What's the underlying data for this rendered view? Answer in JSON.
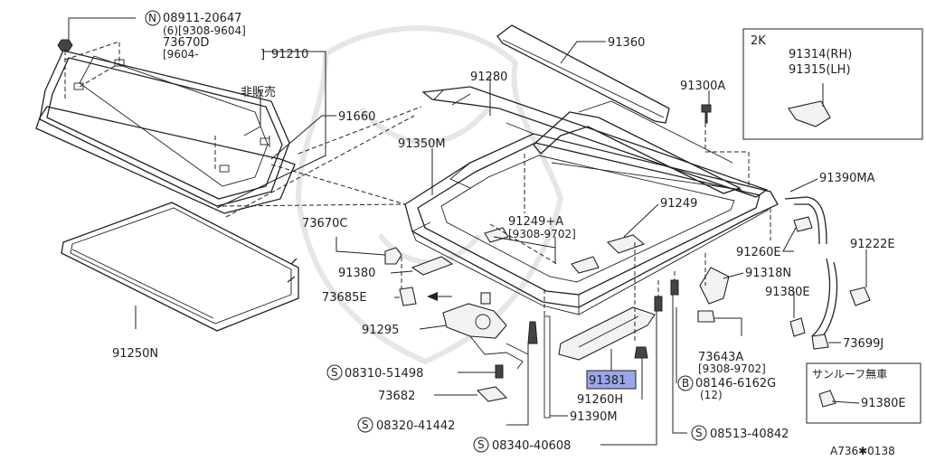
{
  "labels": {
    "p08911": "08911-20647",
    "p08911_qty": "(6)[9308-9604]",
    "p73670D": "73670D",
    "p73670D_date": "[9604-",
    "p91210_bracket": "]",
    "p91210": "91210",
    "not_for_sale": "非販売",
    "p91660": "91660",
    "p91360": "91360",
    "p91280": "91280",
    "p91300A": "91300A",
    "box_2k_title": "2K",
    "p91314": "91314(RH)",
    "p91315": "91315(LH)",
    "p91350M": "91350M",
    "p91390MA": "91390MA",
    "p91249": "91249",
    "p91249A": "91249+A",
    "p91249A_date": "[9308-9702]",
    "p73670C": "73670C",
    "p91260E": "91260E",
    "p91222E": "91222E",
    "p91380": "91380",
    "p91318N": "91318N",
    "p73685E": "73685E",
    "p91380E": "91380E",
    "p91250N": "91250N",
    "p91295": "91295",
    "p73643A": "73643A",
    "p73643A_date": "[9308-9702]",
    "p73699J": "73699J",
    "p08310": "08310-51498",
    "p08146": "08146-6162G",
    "p08146_qty": "(12)",
    "box_no_sunroof_title": "サンルーフ無車",
    "p91380E_box": "91380E",
    "p91381": "91381",
    "p73682": "73682",
    "p91260H": "91260H",
    "p08320": "08320-41442",
    "p91390M": "91390M",
    "p08340": "08340-40608",
    "p08513": "08513-40842",
    "diagram_code": "A736✱0138"
  },
  "prefix_letters": {
    "n": "N",
    "s": "S",
    "b": "B"
  },
  "highlight": {
    "part": "91381",
    "color": "#9aa7e8"
  }
}
